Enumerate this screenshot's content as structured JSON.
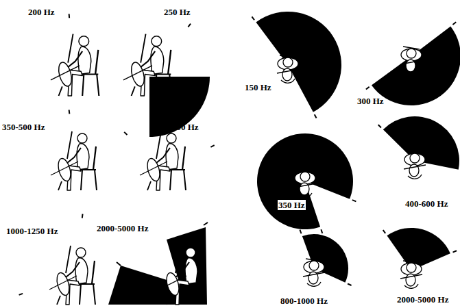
{
  "diagram": {
    "labels": [
      "200 Hz",
      "250 Hz",
      "150 Hz",
      "300 Hz",
      "350-500 Hz",
      "800 Hz",
      "350 Hz",
      "400-600 Hz",
      "1000-1250 Hz",
      "2000-5000 Hz",
      "800-1000 Hz",
      "2000-5000 Hz"
    ]
  }
}
